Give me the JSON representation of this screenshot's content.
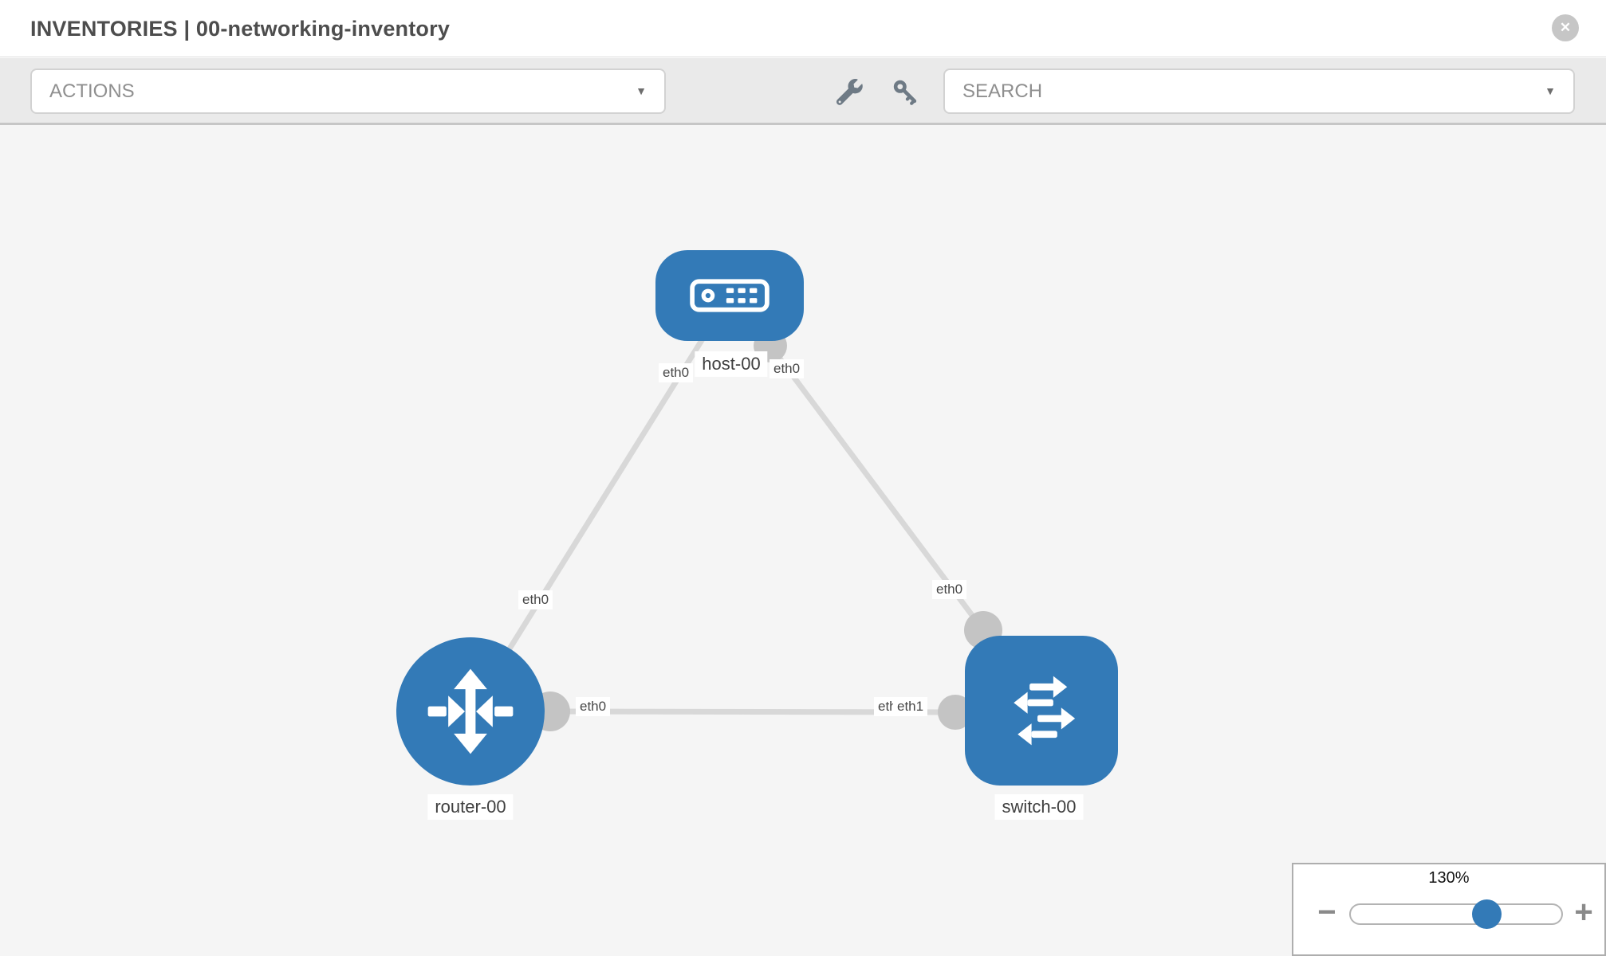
{
  "window": {
    "title": "INVENTORIES | 00-networking-inventory",
    "close_icon": "✕"
  },
  "toolbar": {
    "actions": {
      "label": "ACTIONS"
    },
    "search": {
      "placeholder": "SEARCH"
    },
    "caret_icon": "▼",
    "icons": [
      {
        "name": "wrench-icon"
      },
      {
        "name": "key-icon"
      }
    ]
  },
  "diagram": {
    "nodes": [
      {
        "id": "host-00",
        "type": "host",
        "label": "host-00"
      },
      {
        "id": "router-00",
        "type": "router",
        "label": "router-00"
      },
      {
        "id": "switch-00",
        "type": "switch",
        "label": "switch-00"
      }
    ],
    "links": [
      {
        "source": "host-00",
        "target": "router-00",
        "source_interface": "eth0",
        "target_interface": "eth0"
      },
      {
        "source": "host-00",
        "target": "switch-00",
        "source_interface": "eth0",
        "target_interface": "eth0"
      },
      {
        "source": "router-00",
        "target": "switch-00",
        "source_interface": "eth0",
        "target_interface": "eth1"
      }
    ],
    "interface_chips": {
      "host_to_router": "eth0",
      "host_to_switch": "eth0",
      "router_to_host": "eth0",
      "router_to_switch": "eth0",
      "switch_to_host": "eth0",
      "switch_to_router_back": "eth0",
      "switch_to_router_front": "eth1"
    }
  },
  "zoom_control": {
    "value": "130%",
    "minus_icon": "−",
    "plus_icon": "+"
  },
  "colors": {
    "node_fill": "#337ab7",
    "link_stroke": "#d8d8d8",
    "connector_fill": "#c4c4c4",
    "toolbar_bg": "#eaeaea",
    "canvas_bg": "#f5f5f5",
    "thumb_blue": "#337ab7"
  }
}
